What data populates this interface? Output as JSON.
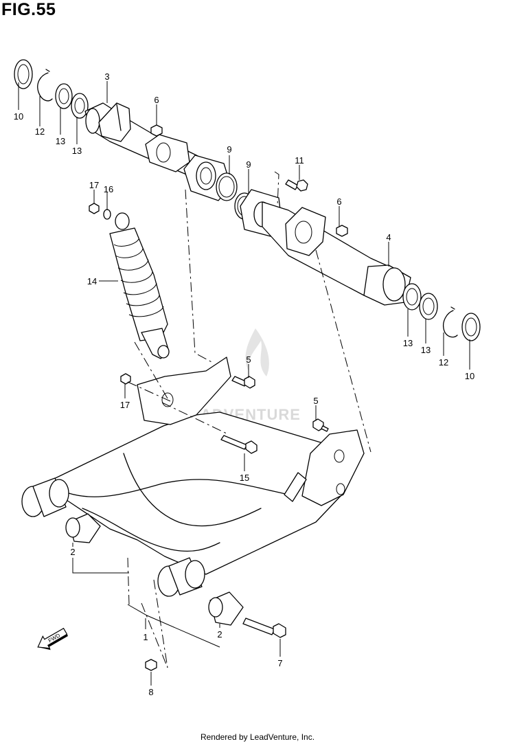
{
  "figure": {
    "title": "FIG.55"
  },
  "watermark": {
    "text": "ADVENTURE"
  },
  "fwd_label": "FWD",
  "footer": {
    "text": "Rendered by LeadVenture, Inc."
  },
  "callouts": [
    {
      "id": "10a",
      "label": "10"
    },
    {
      "id": "12a",
      "label": "12"
    },
    {
      "id": "13a",
      "label": "13"
    },
    {
      "id": "13b",
      "label": "13"
    },
    {
      "id": "3",
      "label": "3"
    },
    {
      "id": "6a",
      "label": "6"
    },
    {
      "id": "9a",
      "label": "9"
    },
    {
      "id": "9b",
      "label": "9"
    },
    {
      "id": "11",
      "label": "11"
    },
    {
      "id": "6b",
      "label": "6"
    },
    {
      "id": "4",
      "label": "4"
    },
    {
      "id": "17a",
      "label": "17"
    },
    {
      "id": "16",
      "label": "16"
    },
    {
      "id": "14",
      "label": "14"
    },
    {
      "id": "13c",
      "label": "13"
    },
    {
      "id": "13d",
      "label": "13"
    },
    {
      "id": "12b",
      "label": "12"
    },
    {
      "id": "10b",
      "label": "10"
    },
    {
      "id": "5a",
      "label": "5"
    },
    {
      "id": "17b",
      "label": "17"
    },
    {
      "id": "5b",
      "label": "5"
    },
    {
      "id": "15",
      "label": "15"
    },
    {
      "id": "2a",
      "label": "2"
    },
    {
      "id": "1",
      "label": "1"
    },
    {
      "id": "2b",
      "label": "2"
    },
    {
      "id": "7",
      "label": "7"
    },
    {
      "id": "8",
      "label": "8"
    }
  ]
}
